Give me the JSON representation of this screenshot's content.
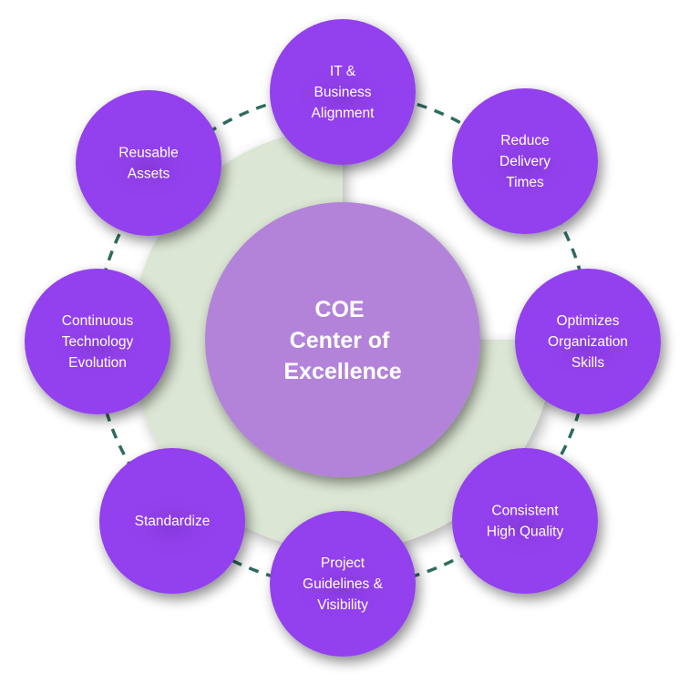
{
  "diagram": {
    "type": "hub-and-spoke",
    "colors": {
      "background_ring": "#dbe6d4",
      "center_fill": "#b383d9",
      "node_fill": "#9340ee",
      "connector_dash": "#2e6b5e",
      "text": "#ffffff"
    },
    "center": {
      "lines": [
        "COE",
        "Center of",
        "Excellence"
      ]
    },
    "nodes": [
      {
        "id": "it-business-alignment",
        "lines": [
          "IT &",
          "Business",
          "Alignment"
        ]
      },
      {
        "id": "reduce-delivery-times",
        "lines": [
          "Reduce",
          "Delivery",
          "Times"
        ]
      },
      {
        "id": "optimizes-organization-skills",
        "lines": [
          "Optimizes",
          "Organization",
          "Skills"
        ]
      },
      {
        "id": "consistent-high-quality",
        "lines": [
          "Consistent",
          "High Quality"
        ]
      },
      {
        "id": "project-guidelines-visibility",
        "lines": [
          "Project",
          "Guidelines &",
          "Visibility"
        ]
      },
      {
        "id": "standardize",
        "lines": [
          "Standardize"
        ]
      },
      {
        "id": "continuous-technology-evolution",
        "lines": [
          "Continuous",
          "Technology",
          "Evolution"
        ]
      },
      {
        "id": "reusable-assets",
        "lines": [
          "Reusable",
          "Assets"
        ]
      }
    ]
  }
}
